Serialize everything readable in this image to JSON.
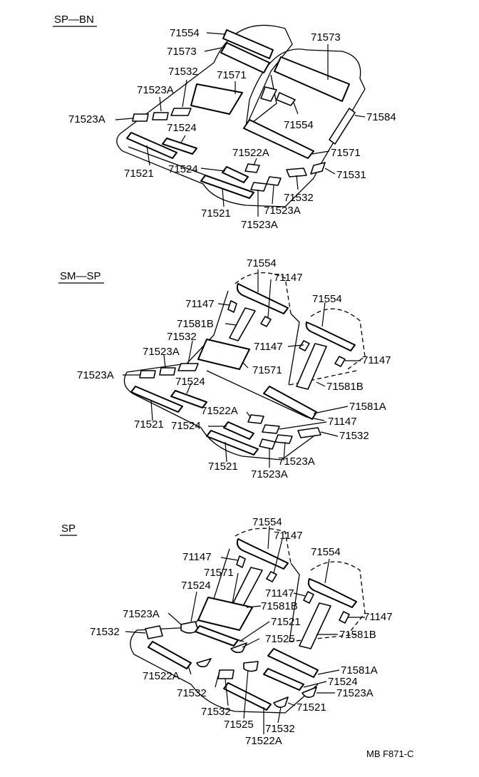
{
  "sections": [
    {
      "title": "SP—BN",
      "labels": [
        "71554",
        "71573",
        "71532",
        "71523A",
        "71523A",
        "71571",
        "71573",
        "71554",
        "71584",
        "71524",
        "71522A",
        "71571",
        "71521",
        "71524",
        "71531",
        "71532",
        "71523A",
        "71521",
        "71523A"
      ]
    },
    {
      "title": "SM—SP",
      "labels": [
        "71554",
        "71147",
        "71147",
        "71554",
        "71581B",
        "71532",
        "71147",
        "71147",
        "71523A",
        "71523A",
        "71571",
        "71581B",
        "71524",
        "71522A",
        "71581A",
        "71521",
        "71524",
        "71147",
        "71532",
        "71521",
        "71523A",
        "71523A"
      ]
    },
    {
      "title": "SP",
      "labels": [
        "71554",
        "71147",
        "71147",
        "71554",
        "71571",
        "71524",
        "71581B",
        "71147",
        "71147",
        "71523A",
        "71521",
        "71532",
        "71525",
        "71581B",
        "71522A",
        "71581A",
        "71532",
        "71524",
        "71523A",
        "71532",
        "71521",
        "71525",
        "71532",
        "71522A"
      ]
    }
  ],
  "footer_code": "MB  F871-C"
}
